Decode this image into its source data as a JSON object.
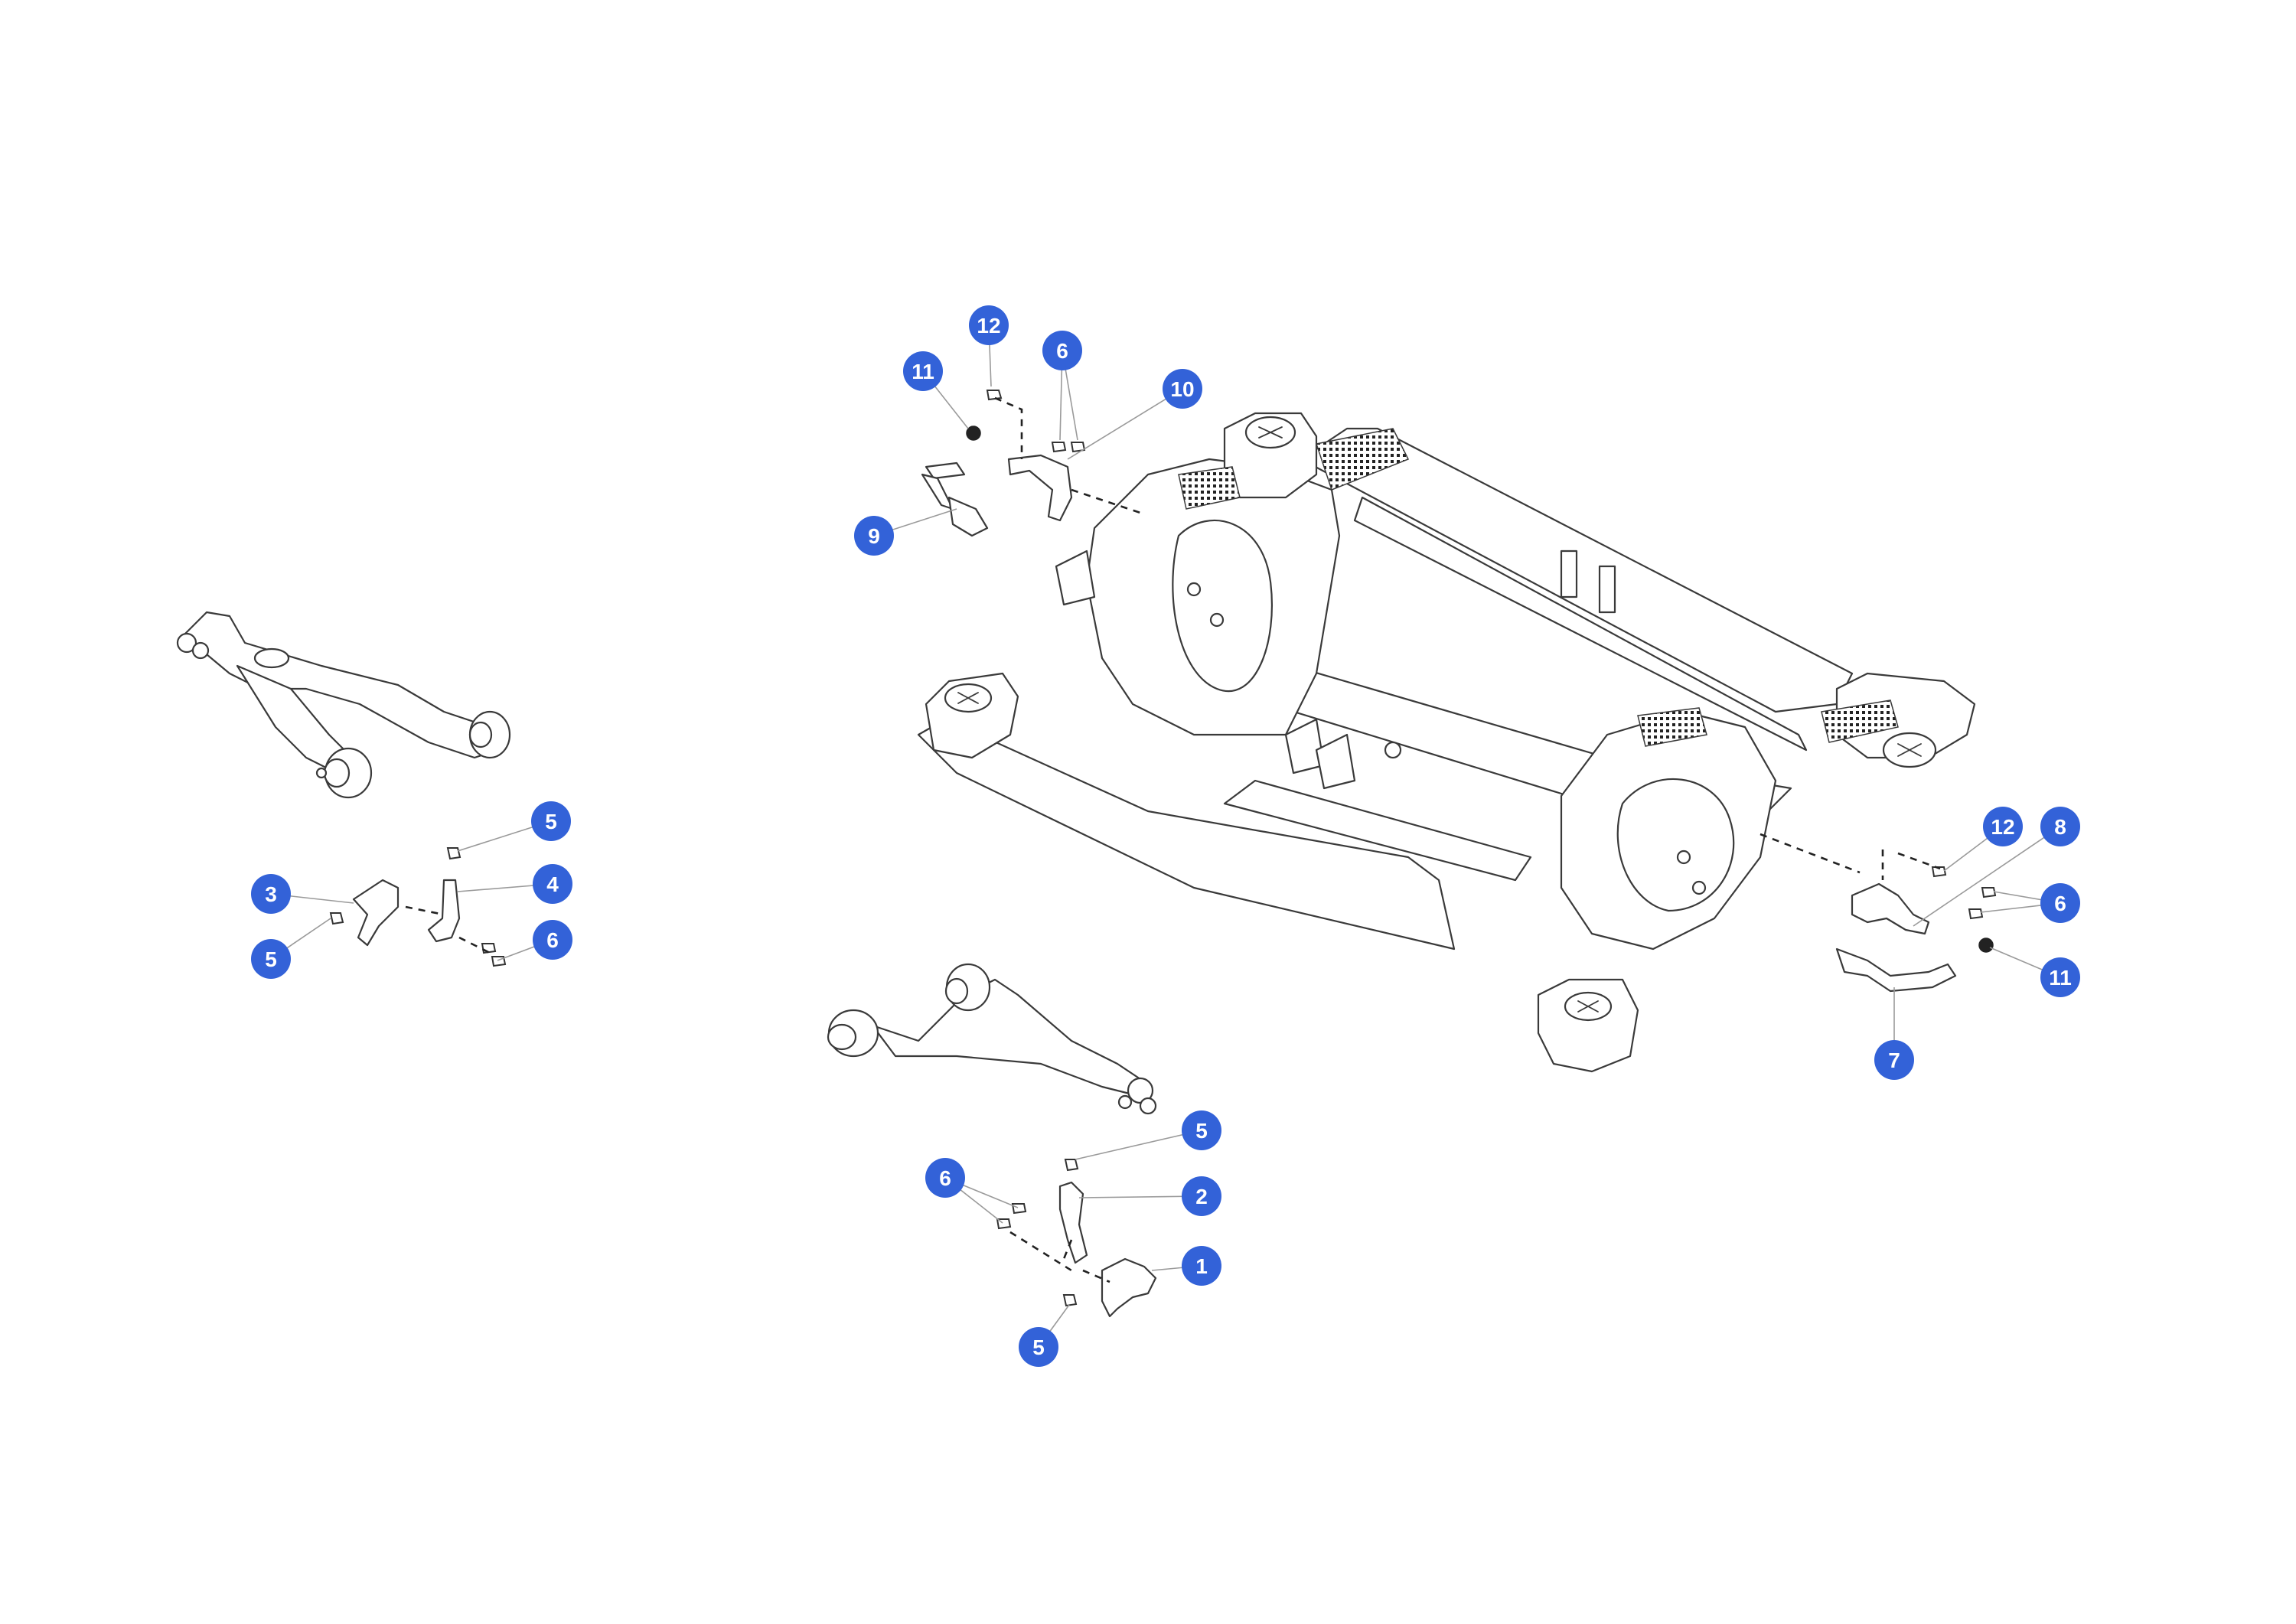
{
  "colors": {
    "callout": "#3362d8",
    "line": "#3a3a3a",
    "leader": "#9a9a9a",
    "background": "#ffffff"
  },
  "callouts": [
    {
      "id": "c12a",
      "label": "12",
      "part_no": 12
    },
    {
      "id": "c6a",
      "label": "6",
      "part_no": 6
    },
    {
      "id": "c11a",
      "label": "11",
      "part_no": 11
    },
    {
      "id": "c10",
      "label": "10",
      "part_no": 10
    },
    {
      "id": "c9",
      "label": "9",
      "part_no": 9
    },
    {
      "id": "c5a",
      "label": "5",
      "part_no": 5
    },
    {
      "id": "c3",
      "label": "3",
      "part_no": 3
    },
    {
      "id": "c4",
      "label": "4",
      "part_no": 4
    },
    {
      "id": "c5b",
      "label": "5",
      "part_no": 5
    },
    {
      "id": "c6b",
      "label": "6",
      "part_no": 6
    },
    {
      "id": "c12b",
      "label": "12",
      "part_no": 12
    },
    {
      "id": "c8",
      "label": "8",
      "part_no": 8
    },
    {
      "id": "c6c",
      "label": "6",
      "part_no": 6
    },
    {
      "id": "c11b",
      "label": "11",
      "part_no": 11
    },
    {
      "id": "c7",
      "label": "7",
      "part_no": 7
    },
    {
      "id": "c5c",
      "label": "5",
      "part_no": 5
    },
    {
      "id": "c6d",
      "label": "6",
      "part_no": 6
    },
    {
      "id": "c2",
      "label": "2",
      "part_no": 2
    },
    {
      "id": "c1",
      "label": "1",
      "part_no": 1
    },
    {
      "id": "c5d",
      "label": "5",
      "part_no": 5
    }
  ]
}
